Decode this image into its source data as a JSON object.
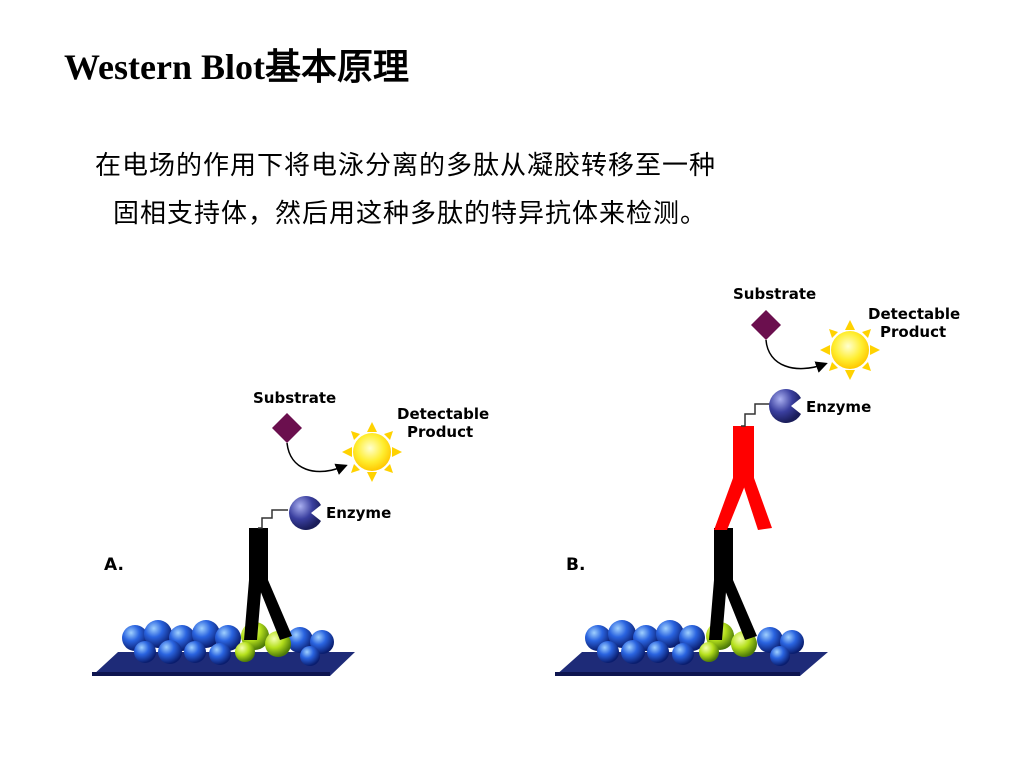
{
  "title": "Western Blot基本原理",
  "description": {
    "line1": "在电场的作用下将电泳分离的多肽从凝胶转移至一种",
    "line2": "固相支持体，然后用这种多肽的特异抗体来检测。"
  },
  "panel_a": {
    "label": "A.",
    "substrate": "Substrate",
    "product_line1": "Detectable",
    "product_line2": "Product",
    "enzyme": "Enzyme"
  },
  "panel_b": {
    "label": "B.",
    "substrate": "Substrate",
    "product_line1": "Detectable",
    "product_line2": "Product",
    "enzyme": "Enzyme"
  },
  "colors": {
    "primary_antibody": "#000000",
    "secondary_antibody": "#ff0000",
    "substrate": "#6b0f4e",
    "enzyme": "#3a3f8f",
    "product": "#ffe600",
    "membrane": "#1e2b78",
    "protein_beads": "#1e4fd0",
    "target_protein": "#b9e020"
  }
}
